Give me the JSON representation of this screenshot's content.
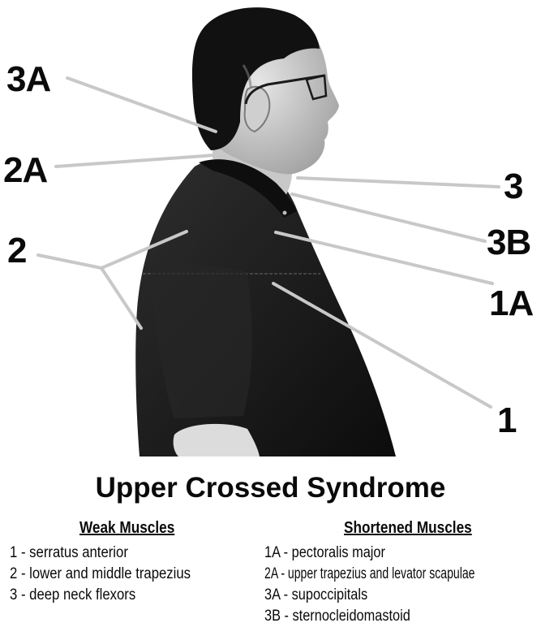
{
  "figure": {
    "subject": "side-profile photo of man in dark polo shirt with glasses",
    "leader_line_color": "#c8c8c8",
    "callouts": [
      {
        "id": "3A",
        "label": "3A",
        "side": "left"
      },
      {
        "id": "2A",
        "label": "2A",
        "side": "left"
      },
      {
        "id": "2",
        "label": "2",
        "side": "left"
      },
      {
        "id": "3",
        "label": "3",
        "side": "right"
      },
      {
        "id": "3B",
        "label": "3B",
        "side": "right"
      },
      {
        "id": "1A",
        "label": "1A",
        "side": "right"
      },
      {
        "id": "1",
        "label": "1",
        "side": "right"
      }
    ]
  },
  "title": "Upper Crossed Syndrome",
  "weak_muscles": {
    "heading": "Weak Muscles",
    "items": [
      "1 - serratus anterior",
      "2 - lower and middle trapezius",
      "3 - deep neck flexors"
    ]
  },
  "shortened_muscles": {
    "heading": "Shortened Muscles",
    "items": [
      "1A - pectoralis major",
      "2A - upper trapezius and levator scapulae",
      "3A - supoccipitals",
      "3B - sternocleidomastoid"
    ]
  }
}
